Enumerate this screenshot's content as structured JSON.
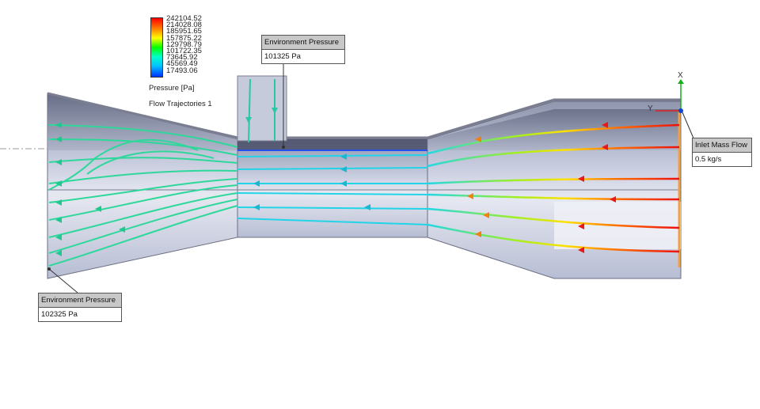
{
  "legend": {
    "ticks": [
      "242104.52",
      "214028.08",
      "185951.65",
      "157875.22",
      "129798.79",
      "101722.35",
      "73645.92",
      "45569.49",
      "17493.06"
    ],
    "title": "Pressure [Pa]",
    "subtitle": "Flow Trajectories 1",
    "colors": [
      "#ff0000",
      "#ff8000",
      "#ffff00",
      "#00ff00",
      "#00ffc0",
      "#00c0ff",
      "#0040ff"
    ]
  },
  "callouts": {
    "env_top": {
      "title": "Environment Pressure",
      "value": "101325 Pa"
    },
    "env_left": {
      "title": "Environment Pressure",
      "value": "102325 Pa"
    },
    "inlet": {
      "title": "Inlet Mass Flow",
      "value": "0.5 kg/s"
    }
  },
  "axes": {
    "x": "X",
    "y": "Y"
  },
  "colors": {
    "body": "#b8bfd6",
    "body_dark": "#7e85a0",
    "outline": "#6a6e80",
    "green": "#28d896",
    "cyan": "#20d8e8",
    "red": "#e81818",
    "orange": "#f08010"
  }
}
